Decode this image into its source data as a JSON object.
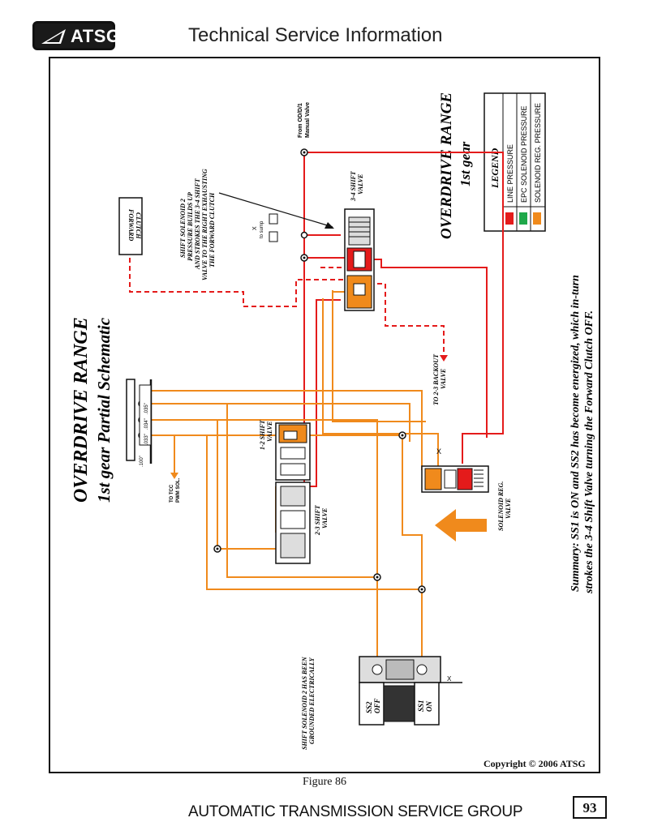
{
  "header": {
    "logo_text": "ATSG",
    "title": "Technical Service Information"
  },
  "schematic": {
    "main_title": "OVERDRIVE RANGE",
    "main_subtitle": "1st gear Partial Schematic",
    "range_title": "OVERDRIVE RANGE",
    "range_subtitle": "1st gear",
    "legend": {
      "heading": "LEGEND",
      "items": [
        {
          "label": "LINE PRESSURE",
          "color": "#e41b1b"
        },
        {
          "label": "EPC SOLENOID PRESSURE",
          "color": "#1fa84a"
        },
        {
          "label": "SOLENOID REG. PRESSURE",
          "color": "#f08a1c"
        }
      ]
    },
    "labels": {
      "forward_clutch": [
        "FORWARD",
        "CLUTCH"
      ],
      "shift_solenoid_note": [
        "SHIFT SOLENOID 2",
        "PRESSURE BUILDS UP",
        "AND STROKES THE 3-4 SHIFT",
        "VALVE TO THE RIGHT EXHAUSTING",
        "THE FORWARD CLUTCH"
      ],
      "from_od": [
        "From OD/D/1",
        "Manual Valve"
      ],
      "to_sump": [
        "X",
        "to sump"
      ],
      "valve_34": [
        "3-4 SHIFT",
        "VALVE"
      ],
      "to_23_backout": [
        "TO 2-3 BACKOUT",
        "VALVE"
      ],
      "valve_12": [
        "1-2 SHIFT",
        "VALVE"
      ],
      "valve_23": [
        "2-3 SHIFT",
        "VALVE"
      ],
      "solenoid_reg": [
        "SOLENOID REG.",
        "VALVE"
      ],
      "solenoid_reg_x": "X",
      "orifices": [
        ".100\"",
        ".033\"",
        ".034\"",
        ".035\""
      ],
      "to_tcc": [
        "TO TCC",
        "PWM SOL."
      ],
      "grounded_note": [
        "SHIFT SOLENOID 2 HAS BEEN",
        "GROUNDED ELECTRICALLY"
      ],
      "ss2": [
        "SS2",
        "OFF"
      ],
      "ss1": [
        "SS1",
        "ON"
      ],
      "solenoid_x": "X"
    },
    "summary": [
      "Summary: SS1 is ON and SS2 has become energized, which in-turn",
      "strokes the 3-4 Shift Valve turning the Forward Clutch OFF."
    ]
  },
  "copyright": "Copyright © 2006 ATSG",
  "caption": "Figure 86",
  "footer": "AUTOMATIC TRANSMISSION SERVICE GROUP",
  "page_number": "93"
}
